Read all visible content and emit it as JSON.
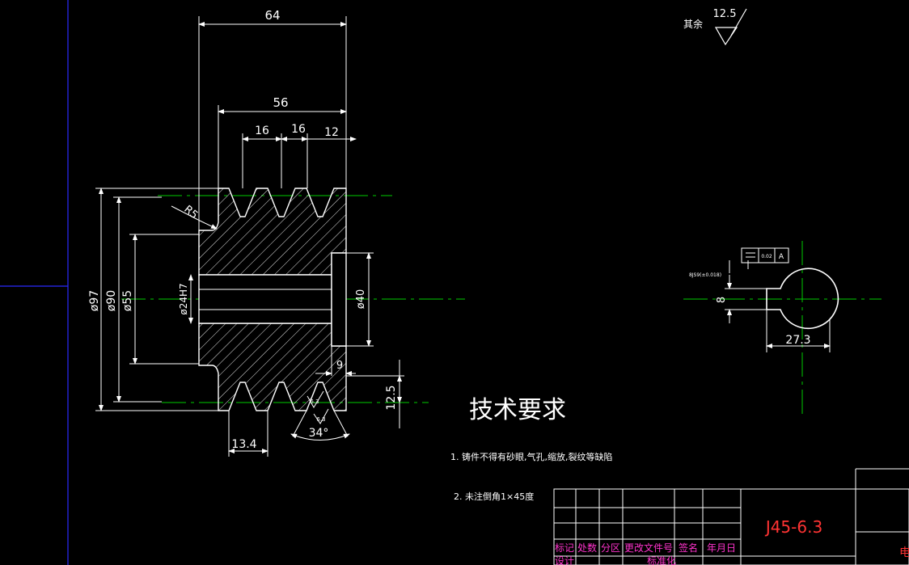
{
  "colors": {
    "background": "#000000",
    "line": "#ffffff",
    "center": "#00cc00",
    "frame": "#2a2aff",
    "titleText": "#ff33cc",
    "drawingNo": "#ff3333"
  },
  "dims": {
    "overallWidth": "64",
    "hubWidth": "56",
    "pitch1": "16",
    "pitch2": "16",
    "edge": "12",
    "radius": "R5",
    "od": "ø97",
    "pd": "ø90",
    "hubDia": "ø55",
    "bore": "ø24H7",
    "recess": "ø40",
    "recessDepth": "9",
    "grooveDepth": "12.5",
    "grooveBottom": "13.4",
    "angle": "34°",
    "rough1": "6.3",
    "rough2": "6.3",
    "keyWidth": "8",
    "keyDepth": "27.3",
    "tolNote": "8JS9(±0.018)",
    "gtolValue": "0.02",
    "gtolRef": "A"
  },
  "roughness": {
    "label": "其余",
    "value": "12.5"
  },
  "tech": {
    "title": "技术要求",
    "item1": "1. 铸件不得有砂眼,气孔,缩放,裂纹等缺陷",
    "item2": "2. 未注倒角1×45度"
  },
  "titleBlock": {
    "h1": "标记",
    "h2": "处数",
    "h3": "分区",
    "h4": "更改文件号",
    "h5": "签名",
    "h6": "年月日",
    "r1": "设计",
    "r2": "标准化",
    "drawingNo": "J45-6.3",
    "rightLabel": "电"
  }
}
